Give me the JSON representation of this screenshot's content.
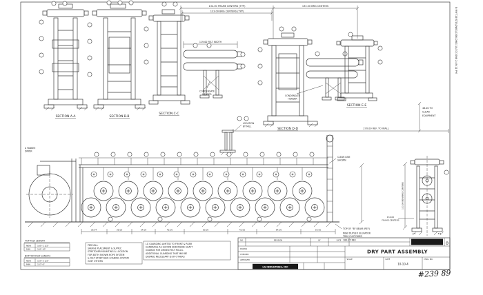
{
  "sheet": {
    "plot_stamp": "E:\\MY715\\STD\\DWG\\2398.DWG  10/27/1998  2:49:11 PM",
    "handwritten_note": "#239 89"
  },
  "dims": {
    "frame_centers_typ": "134.00 FRAME CENTERS (TYP)",
    "brg_centers_typ": "133.00 BRG CENTERS (TYP)",
    "brg_centers": "133.00 BRG CENTERS",
    "felt_width": "119.00 FELT WIDTH",
    "ref_to_wall": "270.00 REF. TO WALL",
    "clear_equipment": [
      "48.00 TO",
      "CLEAR",
      "EQUIPMENT"
    ],
    "bottom_values": [
      "36.94",
      "36.00",
      "34.00",
      "42.00",
      "63.00",
      "42.00",
      "64.00",
      "50.00"
    ],
    "overall_ref": "183.25 REF.",
    "right_frame_centers": [
      "134.00",
      "FRAME CENTERS"
    ],
    "bearing_centers": "133.00 BEARING CENTERS",
    "dim_7_5": "7.5",
    "dim_8_5": "8.5"
  },
  "sections": {
    "a": "SECTION A-A",
    "b": "SECTION B-B",
    "c": "SECTION C-C",
    "d": "SECTION D-D",
    "e": "SECTION E-E"
  },
  "labels": {
    "condensate_header": [
      "CONDENSATE",
      "HEADER"
    ],
    "location_by_mill": [
      "LOCATION",
      "BY MILL"
    ],
    "clear_line": [
      "CLEAR LINE",
      "SHOWN"
    ],
    "yankee": [
      "℄ YANKEE",
      "DRYER"
    ],
    "top_of_beam": "TOP OF \"B\" BEAM (REF)",
    "elevator": [
      "NEW DUPLEX ELEVATOR",
      "TRIM CUSTOMER"
    ]
  },
  "felt_tables": {
    "top": {
      "title": "TOP FELT LENGTH",
      "rows": [
        [
          "NEW",
          "165'-1 1/2\""
        ],
        [
          "MIN",
          "161'-10\""
        ]
      ]
    },
    "bottom": {
      "title": "BOTTOM FELT LENGTH",
      "rows": [
        [
          "NEW",
          "159'-3 1/2\""
        ],
        [
          "MIN",
          "157'-0\""
        ]
      ]
    }
  },
  "notes": {
    "per_mill": [
      "PER MILL:",
      "SHEAVE PLACEMENT & SUPPLY,",
      "STRETCHER MOUNTING & LOCATION",
      "FOR BOTH SHOWN ROPE SYSTEM",
      "& FELT STRETCHER LOADING SYSTEM",
      "IS BY OTHERS"
    ],
    "guarding": [
      "LG GUARDING LIMITED TO FRONT & REAR",
      "HANDRAILS AS SHOWN AND INSIDE SHAFT",
      "GUARDS FOR DRIVEN FELT ROLLS.",
      "ADDITIONAL GUARDING THAT MAY BE",
      "DEEMED NECESSARY IS BY OTHERS"
    ]
  },
  "titleblock": {
    "title": "DRY PART ASSEMBLY",
    "company": "LG INDUSTRIES, INC",
    "rev_headers": [
      "NO.",
      "REVISION",
      "BY",
      "DATE"
    ],
    "left_rows": [
      "DRAWN",
      "CHECKED",
      "APPROVED"
    ],
    "scale_label": "SCALE",
    "date_label": "DATE",
    "date": "10-10-4",
    "dwg_label": "DWG. NO.",
    "sheet_no": "0"
  }
}
